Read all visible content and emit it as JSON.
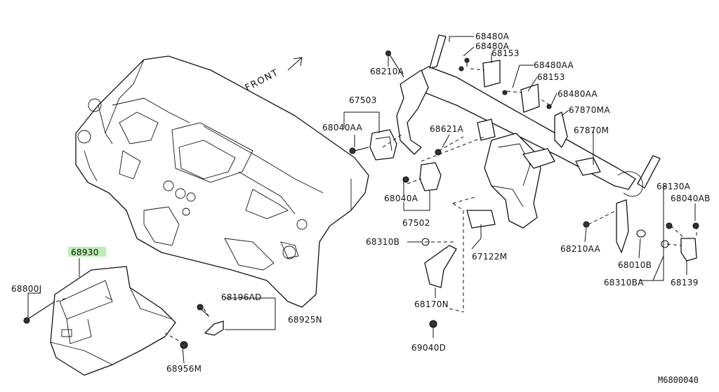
{
  "diagram_id": "M6800040",
  "front_label": "FRONT",
  "highlight_color": "#b9f0b0",
  "parts": {
    "p68930": "68930",
    "p68800J": "68800J",
    "p68956M": "68956M",
    "p68196AD": "68196AD",
    "p68925N": "68925N",
    "p67503": "67503",
    "p68040AA": "68040AA",
    "p68621A": "68621A",
    "p68040A": "68040A",
    "p67502": "67502",
    "p68310B": "68310B",
    "p67122M": "67122M",
    "p68170N": "68170N",
    "p69040D": "69040D",
    "p68480A_1": "68480A",
    "p68480A_2": "68480A",
    "p68153_1": "68153",
    "p68210A": "68210A",
    "p68480AA_1": "68480AA",
    "p68153_2": "68153",
    "p68480AA_2": "68480AA",
    "p67870MA": "67870MA",
    "p67870M": "67870M",
    "p68130A": "68130A",
    "p68040AB": "68040AB",
    "p68210AA": "68210AA",
    "p68010B": "68010B",
    "p68310BA": "68310BA",
    "p68139": "68139"
  }
}
